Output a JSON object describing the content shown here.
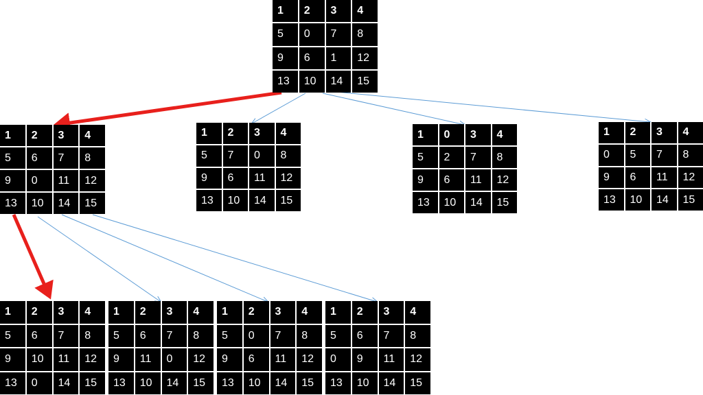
{
  "colors": {
    "tile_bg": "#000000",
    "tile_text": "#ffffff",
    "grid_line": "#ffffff",
    "chosen_edge": "#e8201c",
    "other_edge": "#5b9bd5"
  },
  "boards": [
    {
      "id": "root",
      "rows": [
        [
          "1",
          "2",
          "3",
          "4"
        ],
        [
          "5",
          "0",
          "7",
          "8"
        ],
        [
          "9",
          "6",
          "1",
          "12"
        ],
        [
          "13",
          "10",
          "14",
          "15"
        ]
      ]
    },
    {
      "id": "l1_a",
      "rows": [
        [
          "1",
          "2",
          "3",
          "4"
        ],
        [
          "5",
          "6",
          "7",
          "8"
        ],
        [
          "9",
          "0",
          "11",
          "12"
        ],
        [
          "13",
          "10",
          "14",
          "15"
        ]
      ]
    },
    {
      "id": "l1_b",
      "rows": [
        [
          "1",
          "2",
          "3",
          "4"
        ],
        [
          "5",
          "7",
          "0",
          "8"
        ],
        [
          "9",
          "6",
          "11",
          "12"
        ],
        [
          "13",
          "10",
          "14",
          "15"
        ]
      ]
    },
    {
      "id": "l1_c",
      "rows": [
        [
          "1",
          "0",
          "3",
          "4"
        ],
        [
          "5",
          "2",
          "7",
          "8"
        ],
        [
          "9",
          "6",
          "11",
          "12"
        ],
        [
          "13",
          "10",
          "14",
          "15"
        ]
      ]
    },
    {
      "id": "l1_d",
      "rows": [
        [
          "1",
          "2",
          "3",
          "4"
        ],
        [
          "0",
          "5",
          "7",
          "8"
        ],
        [
          "9",
          "6",
          "11",
          "12"
        ],
        [
          "13",
          "10",
          "14",
          "15"
        ]
      ]
    },
    {
      "id": "l2_a",
      "rows": [
        [
          "1",
          "2",
          "3",
          "4"
        ],
        [
          "5",
          "6",
          "7",
          "8"
        ],
        [
          "9",
          "10",
          "11",
          "12"
        ],
        [
          "13",
          "0",
          "14",
          "15"
        ]
      ]
    },
    {
      "id": "l2_b",
      "rows": [
        [
          "1",
          "2",
          "3",
          "4"
        ],
        [
          "5",
          "6",
          "7",
          "8"
        ],
        [
          "9",
          "11",
          "0",
          "12"
        ],
        [
          "13",
          "10",
          "14",
          "15"
        ]
      ]
    },
    {
      "id": "l2_c",
      "rows": [
        [
          "1",
          "2",
          "3",
          "4"
        ],
        [
          "5",
          "0",
          "7",
          "8"
        ],
        [
          "9",
          "6",
          "11",
          "12"
        ],
        [
          "13",
          "10",
          "14",
          "15"
        ]
      ]
    },
    {
      "id": "l2_d",
      "rows": [
        [
          "1",
          "2",
          "3",
          "4"
        ],
        [
          "5",
          "6",
          "7",
          "8"
        ],
        [
          "0",
          "9",
          "11",
          "12"
        ],
        [
          "13",
          "10",
          "14",
          "15"
        ]
      ]
    }
  ],
  "edges": [
    {
      "from": "root",
      "to": "l1_a",
      "chosen": true
    },
    {
      "from": "root",
      "to": "l1_b",
      "chosen": false
    },
    {
      "from": "root",
      "to": "l1_c",
      "chosen": false
    },
    {
      "from": "root",
      "to": "l1_d",
      "chosen": false
    },
    {
      "from": "l1_a",
      "to": "l2_a",
      "chosen": true
    },
    {
      "from": "l1_a",
      "to": "l2_b",
      "chosen": false
    },
    {
      "from": "l1_a",
      "to": "l2_c",
      "chosen": false
    },
    {
      "from": "l1_a",
      "to": "l2_d",
      "chosen": false
    }
  ]
}
